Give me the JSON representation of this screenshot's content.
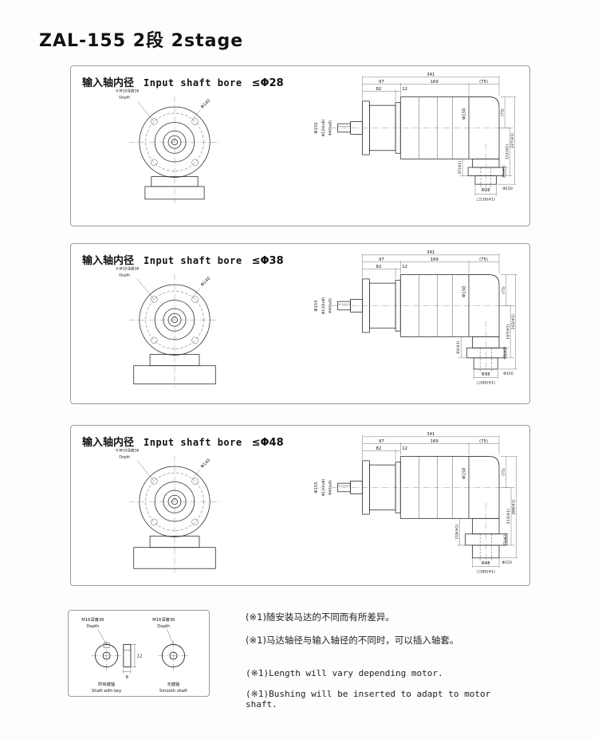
{
  "title": "ZAL-155  2段  2stage",
  "panels": [
    {
      "header": {
        "cn": "输入轴内径",
        "en": "Input shaft bore",
        "bore": "≤Φ28"
      },
      "front": {
        "bolt_label": "4-M10深度36",
        "depth_label": "Depth",
        "flange_dia": "Φ140"
      },
      "side": {
        "total": "341",
        "seg_a": "97",
        "seg_b": "169",
        "seg_c": "(75)",
        "sub_a": "82",
        "sub_b": "12",
        "body_dia": "Φ150",
        "dia_outer": "Φ155",
        "dia_pilot": "Φ120(e8)",
        "dia_hub": "Φ40(e8)",
        "right_top": "(75)",
        "overall_h": "227(※1)",
        "lower_h": "152(※1)",
        "flange_t": "35(※1)",
        "leg_h": "67(※1)",
        "out_flange_dia": "Φ150",
        "out_bore": "Φ28",
        "out_square": "□130(※1)"
      }
    },
    {
      "header": {
        "cn": "输入轴内径",
        "en": "Input shaft bore",
        "bore": "≤Φ38"
      },
      "front": {
        "bolt_label": "4-M10深度36",
        "depth_label": "Depth",
        "flange_dia": "Φ140"
      },
      "side": {
        "total": "341",
        "seg_a": "97",
        "seg_b": "169",
        "seg_c": "(75)",
        "sub_a": "82",
        "sub_b": "12",
        "body_dia": "Φ150",
        "dia_outer": "Φ155",
        "dia_pilot": "Φ120(e8)",
        "dia_hub": "Φ40(e8)",
        "right_top": "(75)",
        "overall_h": "242(※1)",
        "lower_h": "167(※1)",
        "flange_t": "45(※1)",
        "leg_h": "82(※1)",
        "out_flange_dia": "Φ150",
        "out_bore": "Φ38",
        "out_square": "□180(※1)"
      }
    },
    {
      "header": {
        "cn": "输入轴内径",
        "en": "Input shaft bore",
        "bore": "≤Φ48"
      },
      "front": {
        "bolt_label": "4-M10深度36",
        "depth_label": "Depth",
        "flange_dia": "Φ140"
      },
      "side": {
        "total": "341",
        "seg_a": "97",
        "seg_b": "169",
        "seg_c": "(75)",
        "sub_a": "82",
        "sub_b": "12",
        "body_dia": "Φ150",
        "dia_outer": "Φ155",
        "dia_pilot": "Φ120(e8)",
        "dia_hub": "Φ40(e8)",
        "right_top": "(75)",
        "overall_h": "288(※1)",
        "lower_h": "213(※1)",
        "flange_t": "75(※1)",
        "leg_h": "118(※1)",
        "out_flange_dia": "Φ150",
        "out_bore": "Φ48",
        "out_square": "□180(※1)"
      }
    }
  ],
  "shaft_panel": {
    "with_key": {
      "label": "M16深度36",
      "depth": "Depth",
      "dim_len": "12",
      "dim_w": "8",
      "caption_cn": "附有键轴",
      "caption_en": "Shaft with key"
    },
    "smooth": {
      "label": "M16深度36",
      "depth": "Depth",
      "caption_cn": "无键轴",
      "caption_en": "Smooth shaft"
    }
  },
  "notes": {
    "cn1": "(※1)随安装马达的不同而有所差异。",
    "cn2": "(※1)马达轴径与输入轴径的不同时，可以插入轴套。",
    "en1": "(※1)Length will vary depending motor.",
    "en2": "(※1)Bushing will be inserted to adapt to motor shaft."
  }
}
